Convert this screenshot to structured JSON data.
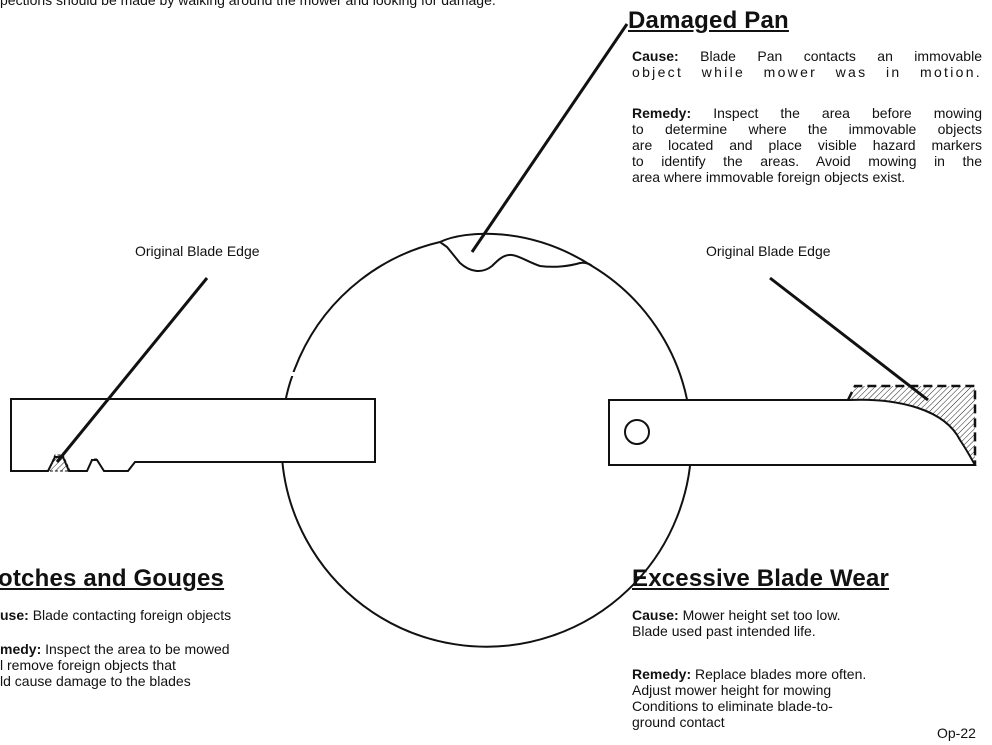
{
  "top_text": "pections should be made by walking around the mower and looking for damage.",
  "damaged_pan": {
    "title": "Damaged Pan",
    "cause_label": "Cause:",
    "cause_line1": "Blade Pan contacts an immovable",
    "cause_line2": "object while mower was in motion.",
    "remedy_label": "Remedy:",
    "remedy_line1": "Inspect the area before mowing",
    "remedy_line2": "to determine where the immovable objects",
    "remedy_line3": "are located and place visible hazard markers",
    "remedy_line4": "to identify the areas. Avoid mowing in the",
    "remedy_line5": "area where immovable foreign objects exist."
  },
  "left_callout": "Original Blade Edge",
  "right_callout": "Original Blade Edge",
  "notches": {
    "title": "otches and Gouges",
    "cause_label": "use:",
    "cause_text": "Blade contacting foreign objects",
    "remedy_label": "medy:",
    "remedy_line1": "Inspect the area to be mowed",
    "remedy_line2": "l remove foreign objects that",
    "remedy_line3": "ld cause damage to the blades"
  },
  "blade_wear": {
    "title": "Excessive Blade Wear",
    "cause_label": "Cause:",
    "cause_line1": "Mower height set too low.",
    "cause_line2": "Blade used past intended life.",
    "remedy_label": "Remedy:",
    "remedy_line1": "Replace blades more often.",
    "remedy_line2": "Adjust mower height for mowing",
    "remedy_line3": "Conditions to eliminate blade-to-",
    "remedy_line4": "ground contact"
  },
  "page_number": "Op-22"
}
